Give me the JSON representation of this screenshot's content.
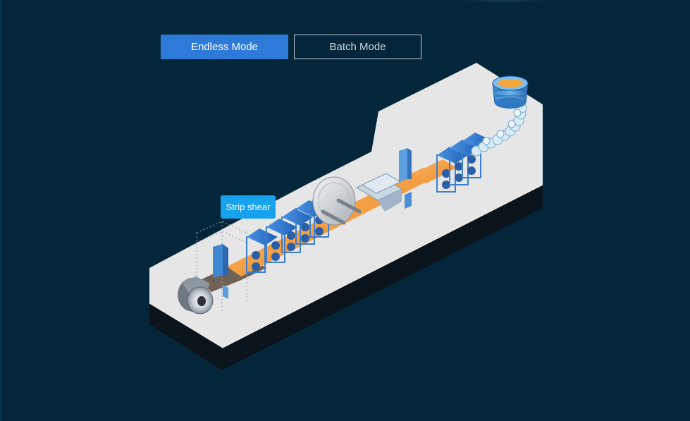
{
  "mode_tabs": {
    "endless": "Endless Mode",
    "batch": "Batch Mode",
    "active": "endless"
  },
  "callout": {
    "label": "Strip shear"
  },
  "colors": {
    "background": "#03263a",
    "active_tab": "#2e7ad8",
    "callout": "#17a2ee",
    "floor_top": "#e6e6e6",
    "floor_side": "#0b141b",
    "strip": "#f7a042",
    "stand_blue": "#2f79d2"
  }
}
